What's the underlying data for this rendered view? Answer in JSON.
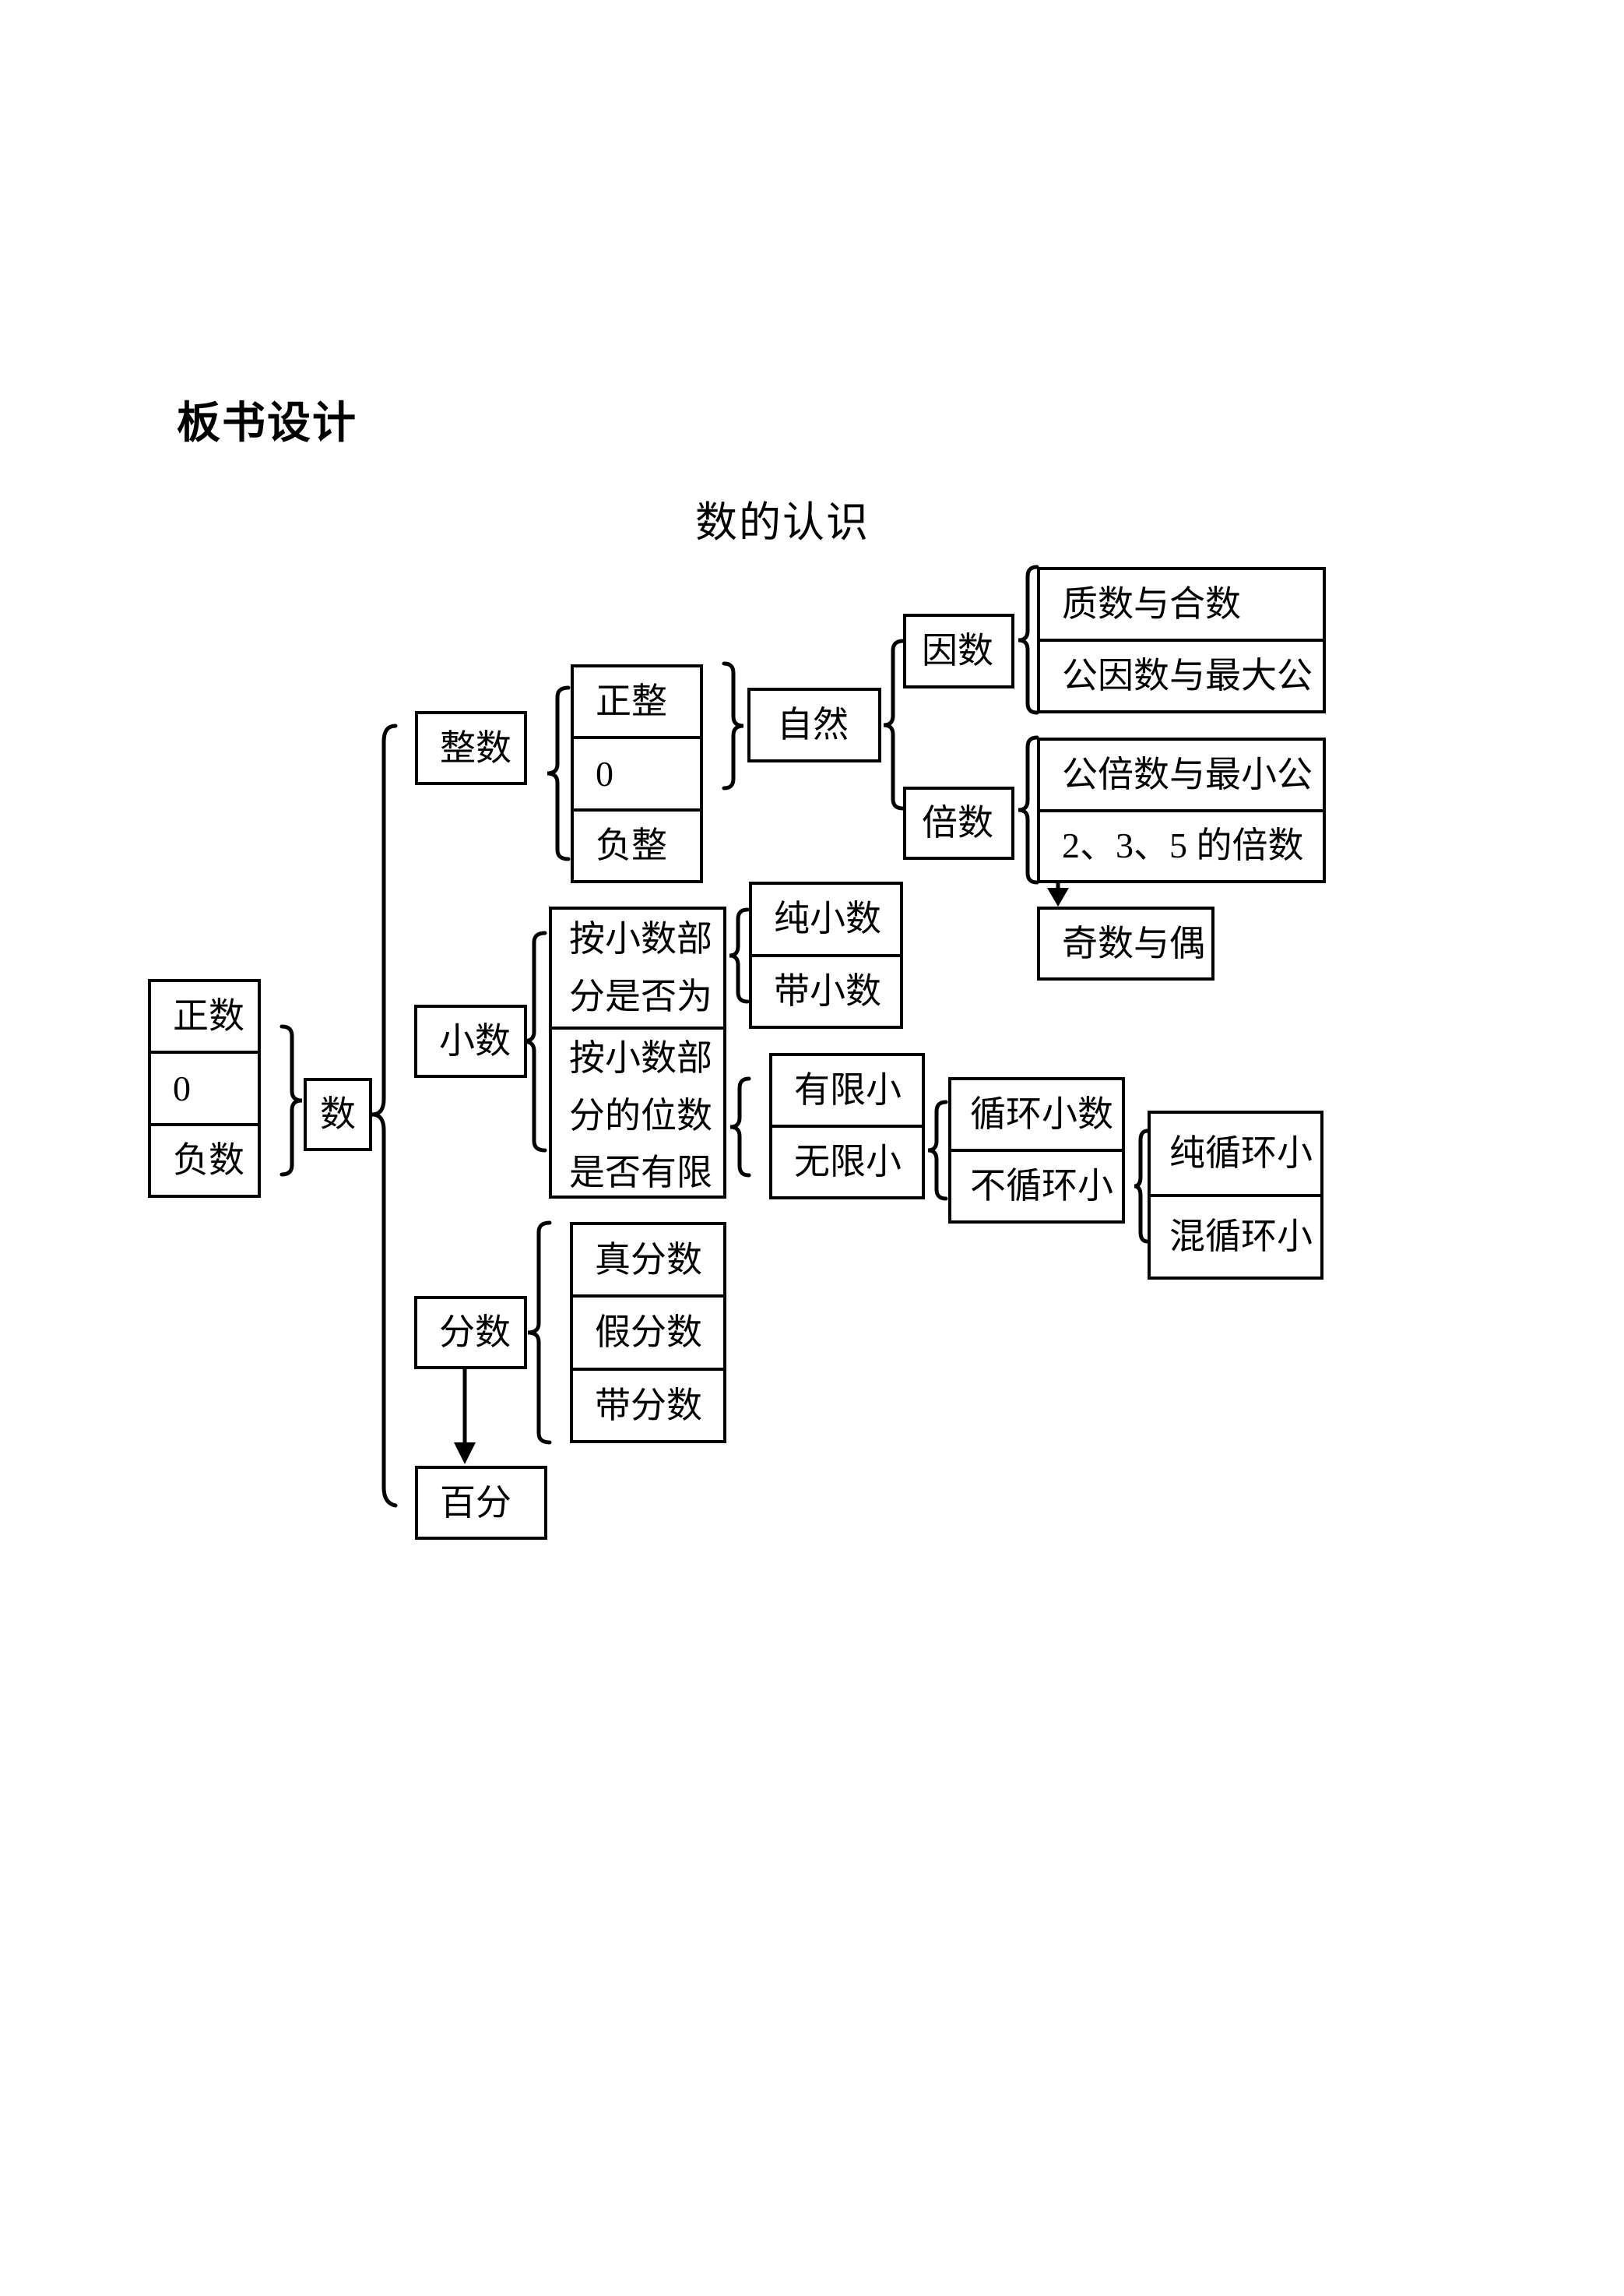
{
  "page": {
    "title": "板书设计",
    "diagram_title": "数的认识"
  },
  "nodes": {
    "positive": "正数",
    "zero_left": "0",
    "negative": "负数",
    "number": "数",
    "integer": "整数",
    "positive_integer": "正整",
    "zero_mid": "0",
    "negative_integer": "负整",
    "natural": "自然",
    "factor": "因数",
    "multiple": "倍数",
    "prime_composite": "质数与合数",
    "common_factor": "公因数与最大公",
    "common_multiple": "公倍数与最小公",
    "multiples_of_235": "2、3、5 的倍数",
    "odd_even": "奇数与偶",
    "decimal": "小数",
    "by_decimal_part": "按小数部\n分是否为",
    "by_digit_count": "按小数部\n分的位数\n是否有限",
    "pure_decimal": "纯小数",
    "with_decimal": "带小数",
    "finite_decimal": "有限小",
    "infinite_decimal": "无限小",
    "repeating_decimal": "循环小数",
    "non_repeating_decimal": "不循环小",
    "pure_repeating": "纯循环小",
    "mixed_repeating": "混循环小",
    "fraction": "分数",
    "proper_fraction": "真分数",
    "improper_fraction": "假分数",
    "mixed_fraction": "带分数",
    "percent": "百分"
  },
  "edges": [
    {
      "type": "brace",
      "from": "正数/0/负数",
      "to": "数"
    },
    {
      "type": "brace",
      "from": "数",
      "to": "整数/小数/分数/百分"
    },
    {
      "type": "brace",
      "from": "整数",
      "to": "正整/0/负整"
    },
    {
      "type": "brace",
      "from": "正整/0",
      "to": "自然"
    },
    {
      "type": "brace",
      "from": "自然",
      "to": "因数/倍数"
    },
    {
      "type": "brace",
      "from": "因数",
      "to": "质数与合数/公因数与最大公"
    },
    {
      "type": "brace",
      "from": "倍数",
      "to": "公倍数与最小公/2、3、5 的倍数"
    },
    {
      "type": "arrow",
      "from": "2、3、5 的倍数",
      "to": "奇数与偶"
    },
    {
      "type": "brace",
      "from": "小数",
      "to": "按小数部分是否为/按小数部分的位数是否有限"
    },
    {
      "type": "brace",
      "from": "按小数部分是否为",
      "to": "纯小数/带小数"
    },
    {
      "type": "brace",
      "from": "按小数部分的位数是否有限",
      "to": "有限小/无限小"
    },
    {
      "type": "brace",
      "from": "无限小",
      "to": "循环小数/不循环小"
    },
    {
      "type": "brace",
      "from": "不循环小",
      "to": "纯循环小/混循环小"
    },
    {
      "type": "brace",
      "from": "分数",
      "to": "真分数/假分数/带分数"
    },
    {
      "type": "arrow",
      "from": "分数",
      "to": "百分"
    }
  ],
  "colors": {
    "ink": "#000000",
    "background": "#ffffff"
  }
}
